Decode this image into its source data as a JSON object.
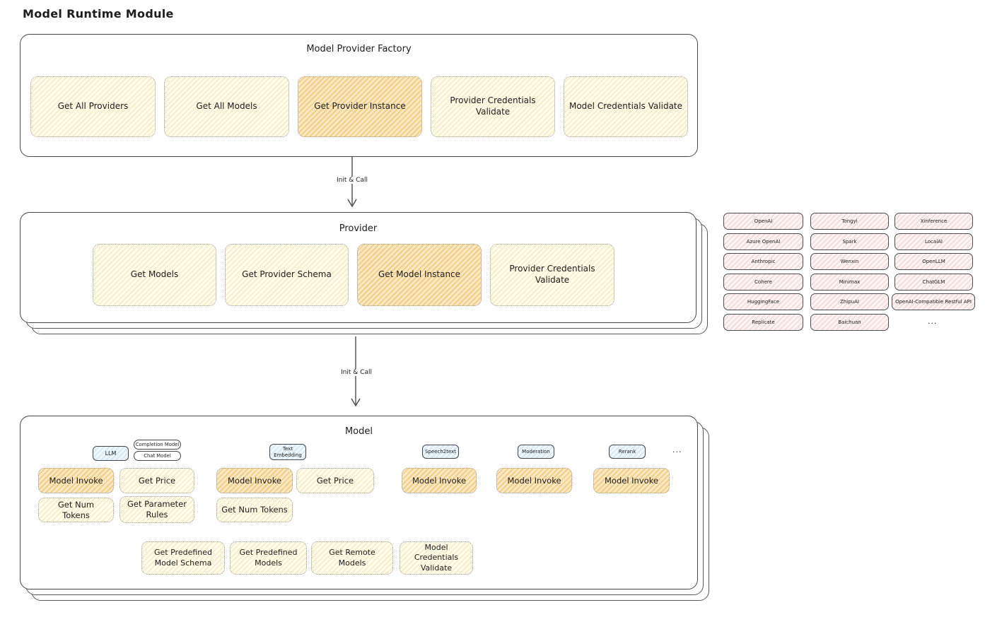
{
  "page_title": "Model Runtime Module",
  "factory": {
    "title": "Model Provider Factory",
    "buttons": [
      {
        "label": "Get All Providers",
        "highlighted": false
      },
      {
        "label": "Get All Models",
        "highlighted": false
      },
      {
        "label": "Get Provider Instance",
        "highlighted": true
      },
      {
        "label": "Provider Credentials Validate",
        "highlighted": false
      },
      {
        "label": "Model Credentials Validate",
        "highlighted": false
      }
    ]
  },
  "arrows": {
    "label": "Init & Call"
  },
  "provider": {
    "title": "Provider",
    "buttons": [
      {
        "label": "Get Models",
        "highlighted": false
      },
      {
        "label": "Get Provider Schema",
        "highlighted": false
      },
      {
        "label": "Get Model Instance",
        "highlighted": true
      },
      {
        "label": "Provider Credentials Validate",
        "highlighted": false
      }
    ]
  },
  "provider_list": {
    "columns": [
      [
        "OpenAI",
        "Azure OpenAI",
        "Anthropic",
        "Cohere",
        "HuggingFace",
        "Replicate"
      ],
      [
        "Tongyi",
        "Spark",
        "Wenxin",
        "Minimax",
        "ZhipuAI",
        "Baichuan"
      ],
      [
        "Xinference",
        "LocalAI",
        "OpenLLM",
        "ChatGLM",
        "OpenAI-Compatible Restful API"
      ]
    ],
    "more": "..."
  },
  "model": {
    "title": "Model",
    "type_badges": {
      "llm": "LLM",
      "completion": "Completion Model",
      "chat": "Chat Model",
      "text_embedding": "Text Embedding",
      "speech2text": "Speech2text",
      "moderation": "Moderation",
      "rerank": "Rerank",
      "more": "..."
    },
    "llm_buttons": [
      {
        "label": "Model Invoke",
        "highlighted": true
      },
      {
        "label": "Get Price",
        "highlighted": false
      },
      {
        "label": "Get Num Tokens",
        "highlighted": false
      },
      {
        "label": "Get Parameter Rules",
        "highlighted": false
      }
    ],
    "text_embedding_buttons": [
      {
        "label": "Model Invoke",
        "highlighted": true
      },
      {
        "label": "Get Price",
        "highlighted": false
      },
      {
        "label": "Get Num Tokens",
        "highlighted": false
      }
    ],
    "speech2text_buttons": [
      {
        "label": "Model Invoke",
        "highlighted": true
      }
    ],
    "moderation_buttons": [
      {
        "label": "Model Invoke",
        "highlighted": true
      }
    ],
    "rerank_buttons": [
      {
        "label": "Model Invoke",
        "highlighted": true
      }
    ],
    "shared_buttons": [
      {
        "label": "Get Predefined Model Schema"
      },
      {
        "label": "Get Predefined Models"
      },
      {
        "label": "Get Remote Models"
      },
      {
        "label": "Model Credentials Validate"
      }
    ]
  },
  "colors": {
    "node_yellow": "#faeec9",
    "node_highlight": "#f6cd85",
    "badge_blue": "#d8e9f9",
    "provider_pink": "#f7dcdc",
    "outline": "#43474c"
  }
}
